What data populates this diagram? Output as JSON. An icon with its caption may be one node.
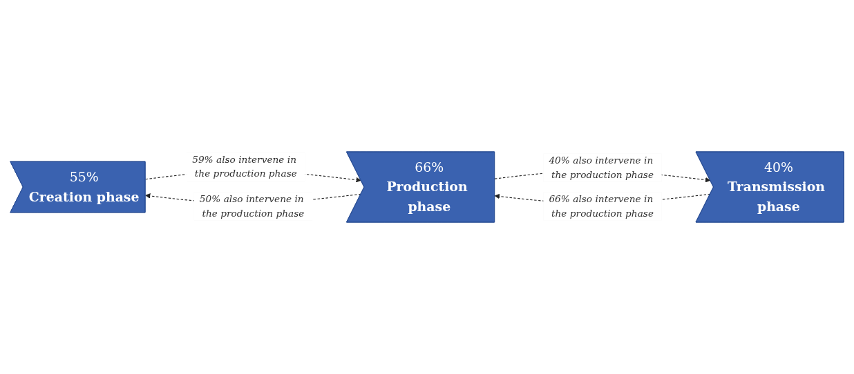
{
  "diagram": {
    "nodes": [
      {
        "text": [
          "55%",
          "Creation phase"
        ]
      },
      {
        "text": [
          "66%",
          "Production phase"
        ]
      },
      {
        "text": [
          "40%",
          "Transmission phase"
        ]
      }
    ],
    "edges": [
      {
        "from": 1,
        "to": 0,
        "arrow": "to",
        "style": "dashed",
        "label": "50% also intervene in the production phase"
      },
      {
        "from": 2,
        "to": 1,
        "arrow": "to",
        "style": "dashed",
        "label": "66% also intervene in the production phase"
      },
      {
        "from": 0,
        "to": 1,
        "arrow": "to",
        "style": "dashed",
        "label": "59% also intervene in the production phase"
      },
      {
        "from": 1,
        "to": 2,
        "arrow": "to",
        "style": "dashed",
        "label": "40% also intervene in the production phase"
      }
    ]
  }
}
